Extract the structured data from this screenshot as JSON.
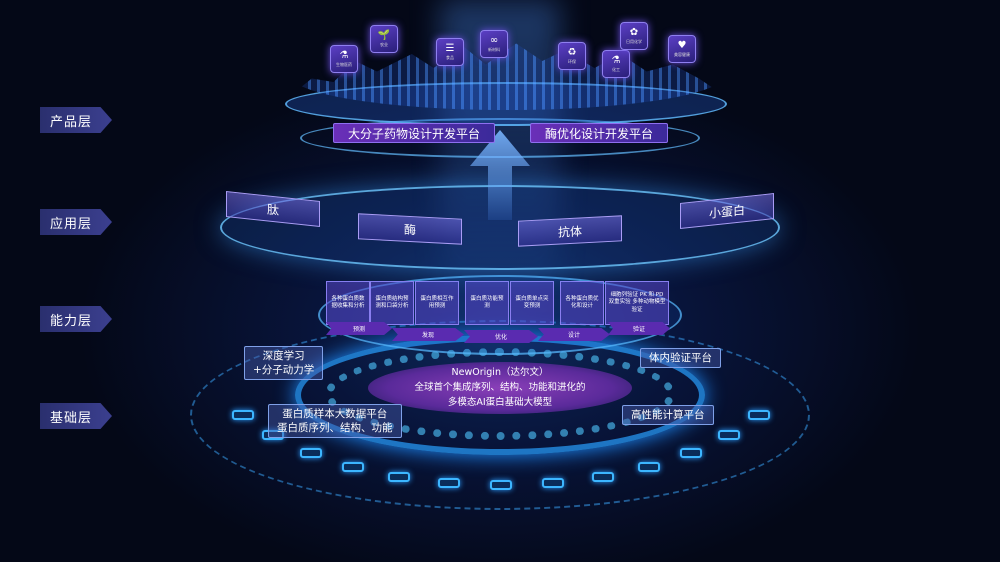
{
  "layers": [
    "产品层",
    "应用层",
    "能力层",
    "基础层"
  ],
  "product": {
    "icons": [
      {
        "name": "biomedicine-icon",
        "glyph": "⚗",
        "label": "生物医药"
      },
      {
        "name": "agriculture-icon",
        "glyph": "🌱",
        "label": "农业"
      },
      {
        "name": "food-icon",
        "glyph": "☰",
        "label": "食品"
      },
      {
        "name": "new-material-icon",
        "glyph": "∞",
        "label": "新材料"
      },
      {
        "name": "recycle-icon",
        "glyph": "♻",
        "label": "环保"
      },
      {
        "name": "chemical-icon",
        "glyph": "⚗",
        "label": "化工"
      },
      {
        "name": "daily-chemical-icon",
        "glyph": "✿",
        "label": "日用化学"
      },
      {
        "name": "health-icon",
        "glyph": "♥",
        "label": "美容健康"
      }
    ],
    "platforms": [
      "大分子药物设计开发平台",
      "酶优化设计开发平台"
    ]
  },
  "application": [
    "肽",
    "酶",
    "抗体",
    "小蛋白"
  ],
  "capability": {
    "cards": [
      "各种蛋白质数据收集和分析",
      "蛋白质结构预测和口袋分析",
      "蛋白质相互作用预测",
      "蛋白质功能预测",
      "蛋白质单点突变预测",
      "各种蛋白质优化和设计",
      "细胞列验证 PK 和 PD 双重实验 多种动物模型验证"
    ],
    "stages": [
      "预测",
      "发现",
      "优化",
      "设计",
      "验证"
    ]
  },
  "foundation": {
    "core_title": "NewOrigin（达尔文）",
    "core_line1": "全球首个集成序列、结构、功能和进化的",
    "core_line2": "多模态AI蛋白基础大模型",
    "deep_learning": [
      "深度学习",
      "+分子动力学"
    ],
    "big_data": [
      "蛋白质样本大数据平台",
      "蛋白质序列、结构、功能"
    ],
    "in_vivo": "体内验证平台",
    "hpc": "高性能计算平台"
  }
}
